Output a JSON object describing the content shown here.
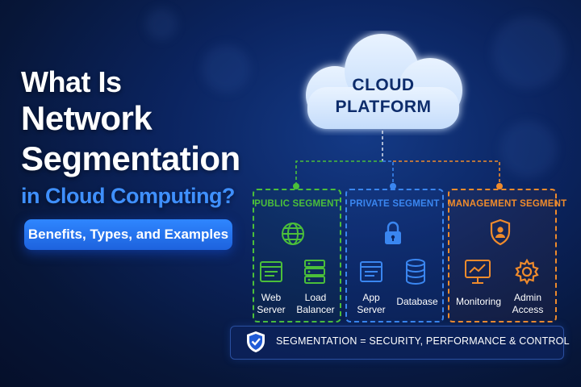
{
  "title": {
    "line1": "What Is",
    "line2": "Network",
    "line3": "Segmentation",
    "line4": "in Cloud Computing?"
  },
  "subtitle_pill": "Benefits, Types, and Examples",
  "cloud": {
    "line1": "CLOUD",
    "line2": "PLATFORM"
  },
  "segments": {
    "public": {
      "title": "PUBLIC SEGMENT",
      "color": "#4bbf3a",
      "icon": "globe-icon",
      "items": [
        {
          "label1": "Web",
          "label2": "Server",
          "icon": "web-server-icon"
        },
        {
          "label1": "Load",
          "label2": "Balancer",
          "icon": "load-balancer-icon"
        }
      ]
    },
    "private": {
      "title": "PRIVATE SEGMENT",
      "color": "#3a86f0",
      "icon": "lock-icon",
      "items": [
        {
          "label1": "App",
          "label2": "Server",
          "icon": "app-server-icon"
        },
        {
          "label1": "Database",
          "label2": "",
          "icon": "database-icon"
        }
      ]
    },
    "management": {
      "title": "MANAGEMENT SEGMENT",
      "color": "#ef8b2c",
      "icon": "shield-user-icon",
      "items": [
        {
          "label1": "Monitoring",
          "label2": "",
          "icon": "monitoring-icon"
        },
        {
          "label1": "Admin",
          "label2": "Access",
          "icon": "gear-icon"
        }
      ]
    }
  },
  "banner": {
    "text": "SEGMENTATION = SECURITY, PERFORMANCE & CONTROL",
    "icon": "shield-check-icon"
  }
}
